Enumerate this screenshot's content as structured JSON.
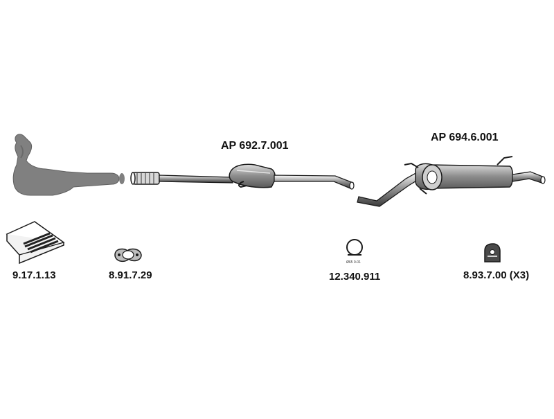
{
  "assemblies": [
    {
      "id": "center-pipe",
      "part_number": "AP 692.7.001"
    },
    {
      "id": "rear-silencer",
      "part_number": "AP 694.6.001"
    }
  ],
  "parts": [
    {
      "id": "kit",
      "part_number": "9.17.1.13"
    },
    {
      "id": "gasket",
      "part_number": "8.91.7.29"
    },
    {
      "id": "clamp",
      "part_number": "12.340.911"
    },
    {
      "id": "rubber-mount",
      "part_number": "8.93.7.00 (X3)"
    }
  ],
  "colors": {
    "part_fill": "#808080",
    "outline": "#1a1a1a",
    "background": "#ffffff"
  }
}
